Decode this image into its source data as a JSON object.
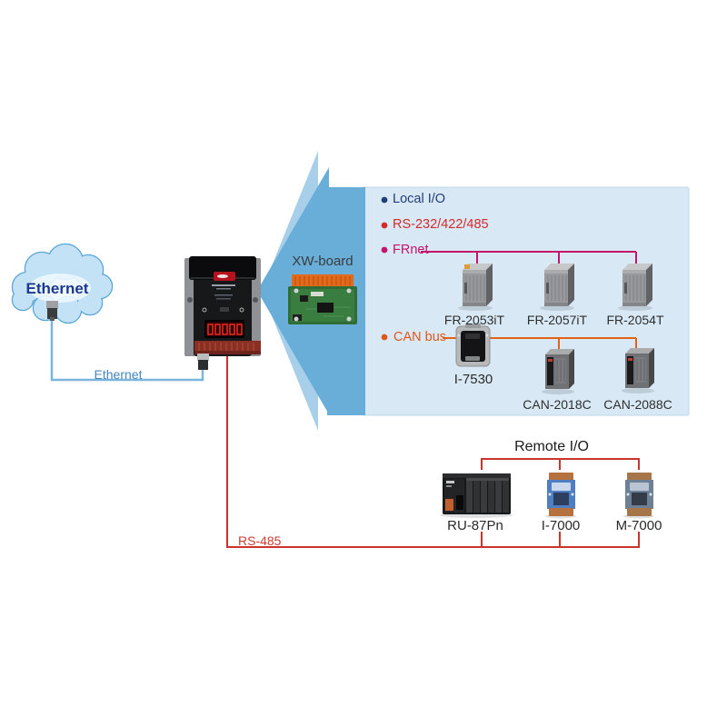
{
  "cloud": {
    "label": "Ethernet"
  },
  "connections": {
    "ethernet_line_label": "Ethernet",
    "rs485_label": "RS-485",
    "ethernet_color": "#79b5dc",
    "rs485_color": "#c9342c",
    "frnet_color": "#c2156b",
    "can_color": "#e2621b"
  },
  "arrow_panel": {
    "xw_board_label": "XW-board",
    "panel_color": "#d8e9f5",
    "arrow_color": "#69aed9"
  },
  "legend": {
    "items": [
      {
        "label": "Local I/O",
        "color": "#223e77"
      },
      {
        "label": "RS-232/422/485",
        "color": "#d42a2a"
      },
      {
        "label": "FRnet",
        "color": "#c2156b"
      },
      {
        "label": "CAN bus",
        "color": "#e0571c"
      }
    ]
  },
  "frnet_modules": [
    {
      "label": "FR-2053iT"
    },
    {
      "label": "FR-2057iT"
    },
    {
      "label": "FR-2054T"
    }
  ],
  "can_modules": [
    {
      "label": "I-7530"
    },
    {
      "label": "CAN-2018C"
    },
    {
      "label": "CAN-2088C"
    }
  ],
  "remote_io": {
    "title": "Remote I/O",
    "modules": [
      {
        "label": "RU-87Pn"
      },
      {
        "label": "I-7000"
      },
      {
        "label": "M-7000"
      }
    ]
  }
}
